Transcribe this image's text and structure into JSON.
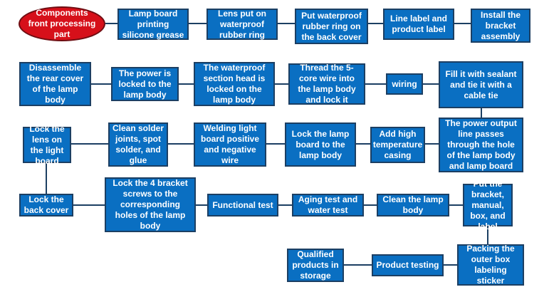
{
  "diagram": {
    "start": "Components front processing part",
    "steps": [
      "Lamp board printing silicone grease",
      "Lens put on waterproof rubber ring",
      "Put waterproof rubber ring on the back cover",
      "Line label and product label",
      "Install the bracket assembly",
      "Disassemble the rear cover of the lamp body",
      "The power is locked to the lamp body",
      "The waterproof section head is locked on the lamp body",
      "Thread the 5-core wire into the lamp body and lock it",
      "wiring",
      "Fill it with sealant and tie it with a cable tie",
      "Lock the lens on the light board",
      "Clean solder joints, spot solder, and glue",
      "Welding light board positive and negative wire",
      "Lock the lamp board to the lamp body",
      "Add high temperature casing",
      "The power output line passes through the hole of the lamp body and lamp board",
      "Lock the back cover",
      "Lock the 4 bracket screws to the corresponding holes of the lamp body",
      "Functional test",
      "Aging test and water test",
      "Clean the lamp body",
      "Put the bracket, manual, box, and label",
      "Qualified products in storage",
      "Product testing",
      "Packing the outer box labeling sticker"
    ]
  },
  "colors": {
    "box_fill": "#0a6fc2",
    "box_border": "#1c3f63",
    "start_fill": "#d6101a",
    "connector": "#1c3f63"
  }
}
